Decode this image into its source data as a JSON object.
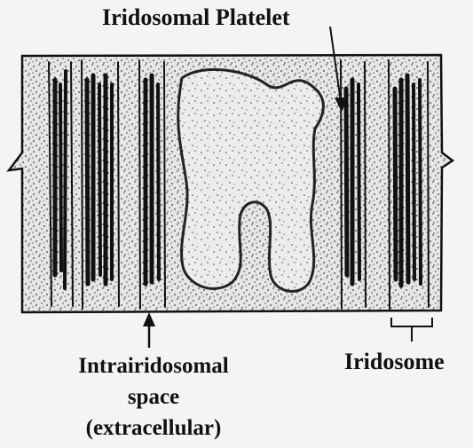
{
  "labels": {
    "top": "Iridosomal Platelet",
    "bottom_left_line1": "Intrairidosomal",
    "bottom_left_line2": "space",
    "bottom_left_line3": "(extracellular)",
    "bottom_right": "Iridosome"
  },
  "colors": {
    "background": "#f4f4f4",
    "tissue_fill": "#e4e4e4",
    "ink": "#111111"
  }
}
